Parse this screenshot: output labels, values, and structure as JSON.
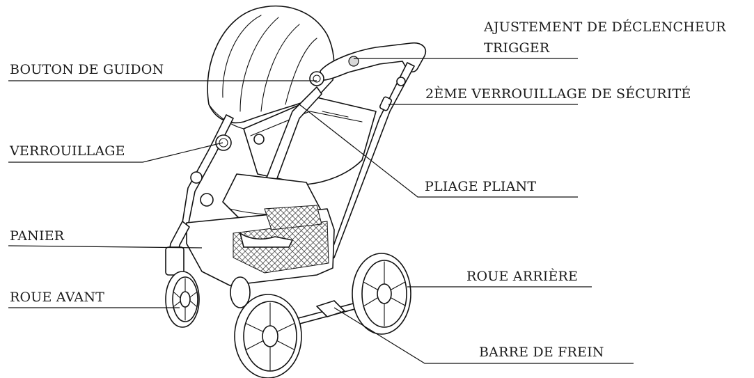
{
  "labels": {
    "trigger_line1": "AJUSTEMENT DE DÉCLENCHEUR",
    "trigger_line2": "TRIGGER",
    "handlebar_button": "BOUTON DE GUIDON",
    "second_safety_lock": "2ÈME VERROUILLAGE DE SÉCURITÉ",
    "lock": "VERROUILLAGE",
    "folding": "PLIAGE PLIANT",
    "basket": "PANIER",
    "rear_wheel": "ROUE ARRIÈRE",
    "front_wheel": "ROUE AVANT",
    "brake_bar": "BARRE DE FREIN"
  }
}
